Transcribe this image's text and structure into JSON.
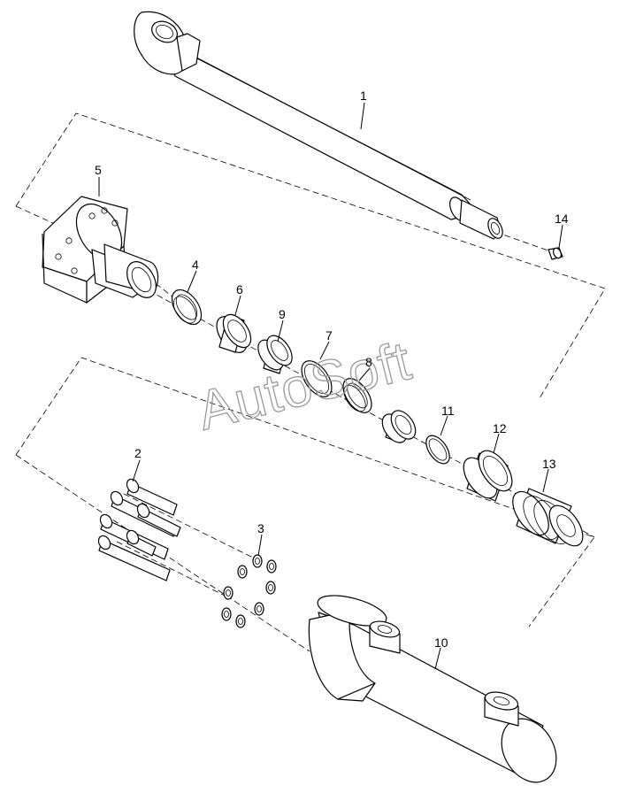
{
  "diagram": {
    "callouts": [
      "1",
      "2",
      "3",
      "4",
      "5",
      "6",
      "7",
      "8",
      "9",
      "10",
      "11",
      "12",
      "13",
      "14"
    ],
    "watermark": "AutoSoft",
    "colors": {
      "line": "#000000",
      "watermark": "#9a9a9a",
      "background": "#ffffff"
    }
  }
}
